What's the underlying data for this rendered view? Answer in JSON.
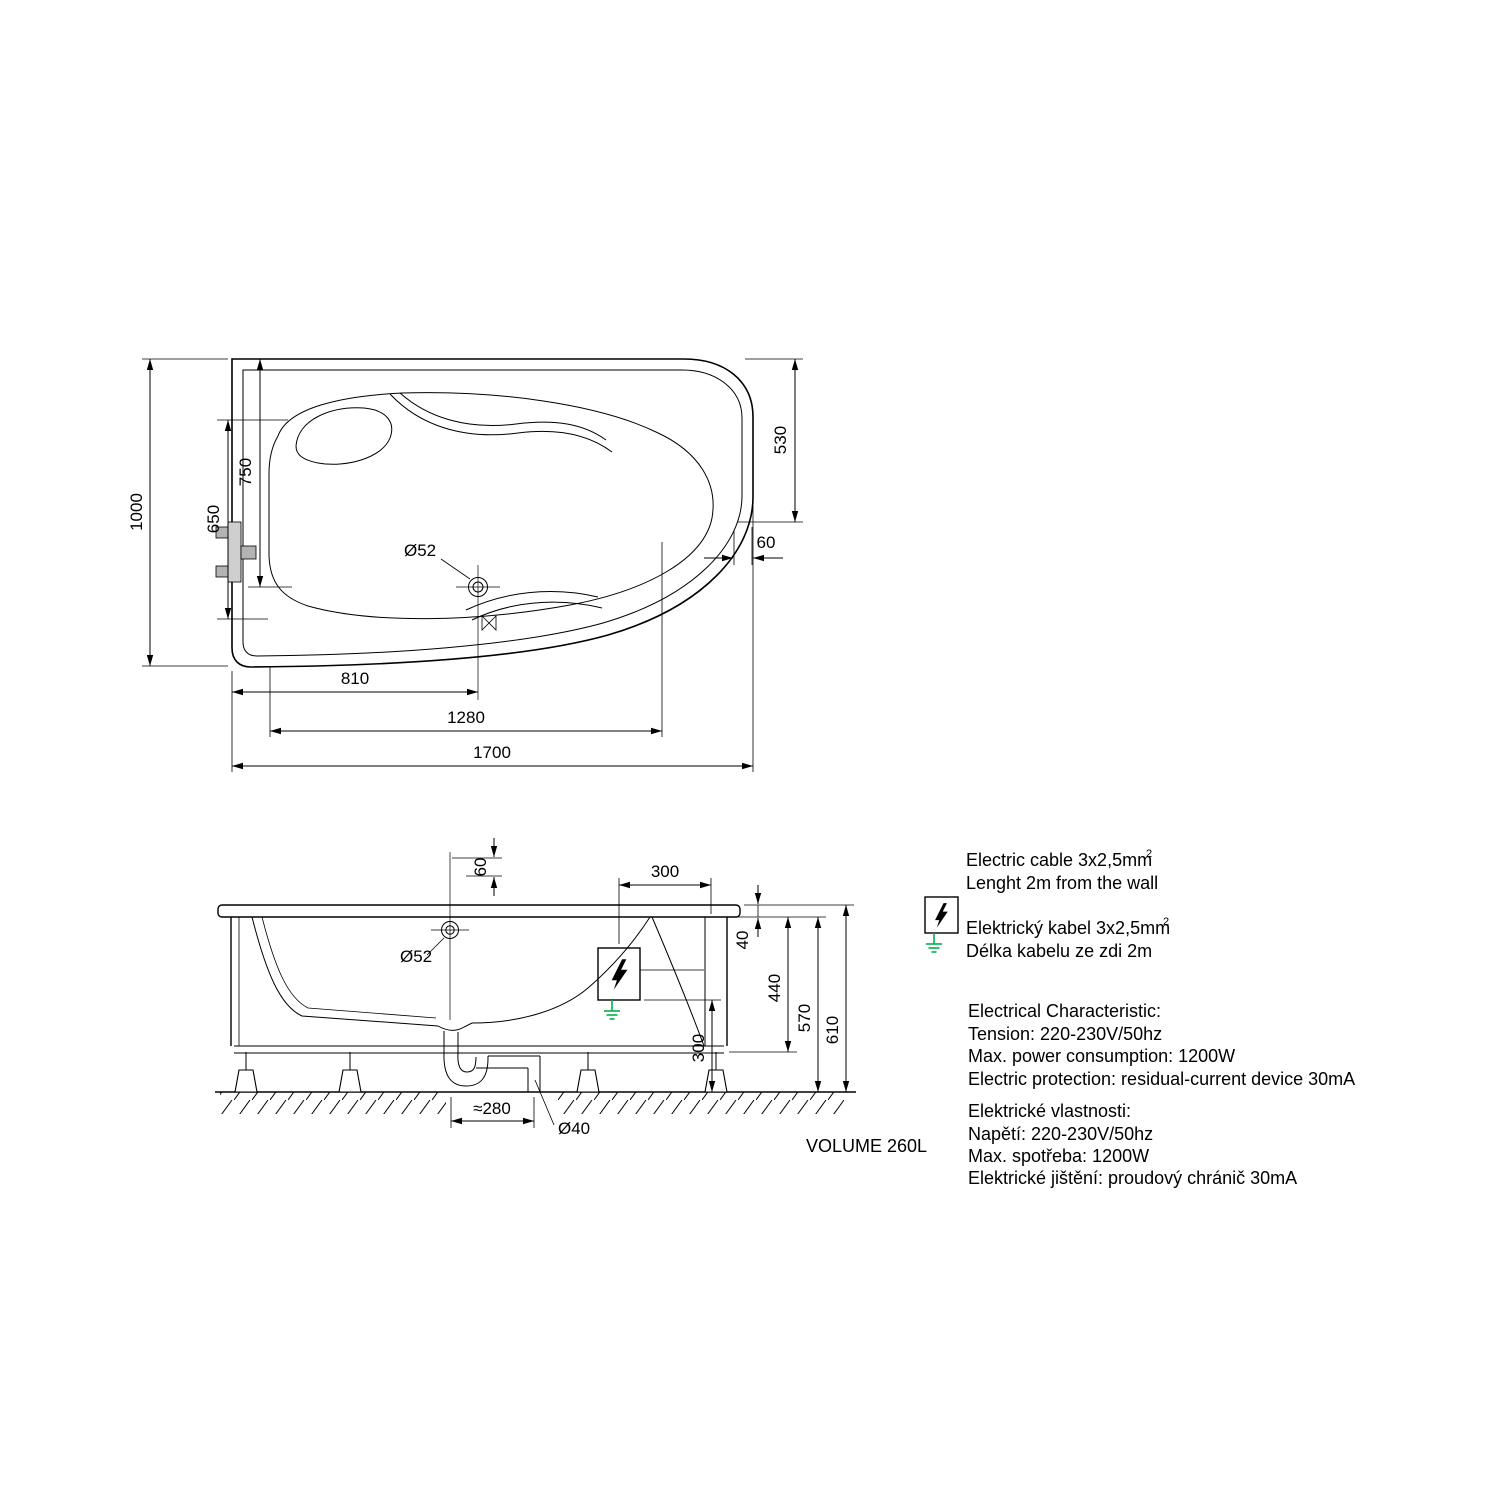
{
  "drawing": {
    "top_view": {
      "dim_1000": "1000",
      "dim_750": "750",
      "dim_650": "650",
      "dim_530": "530",
      "dim_60": "60",
      "dim_810": "810",
      "dim_1280": "1280",
      "dim_1700": "1700",
      "drain_diameter": "Ø52"
    },
    "side_view": {
      "dim_60": "60",
      "dim_300_top": "300",
      "dim_40": "40",
      "dim_440": "440",
      "dim_570": "570",
      "dim_610": "610",
      "dim_300_side": "300",
      "drain_diameter": "Ø52",
      "trap_offset": "≈280",
      "waste_pipe_diameter": "Ø40",
      "volume": "VOLUME 260L"
    },
    "notes": {
      "cable_en_line1": "Electric cable 3x2,5mm",
      "cable_sup": "2",
      "cable_en_line2": "Lenght 2m from the wall",
      "cable_cz_line1": "Elektrický kabel 3x2,5mm",
      "cable_cz_line2": "Délka kabelu ze zdi 2m",
      "electrical_en": {
        "title": "Electrical Characteristic:",
        "tension": "Tension: 220-230V/50hz",
        "power": "Max. power consumption: 1200W",
        "protection": "Electric protection: residual-current device 30mA"
      },
      "electrical_cz": {
        "title": "Elektrické vlastnosti:",
        "tension": "Napětí: 220-230V/50hz",
        "power": "Max. spotřeba: 1200W",
        "protection": "Elektrické jištění: proudový chránič 30mA"
      }
    },
    "colors": {
      "line": "#000000",
      "tub_fill": "#ececec",
      "earth_green": "#00b050"
    }
  }
}
